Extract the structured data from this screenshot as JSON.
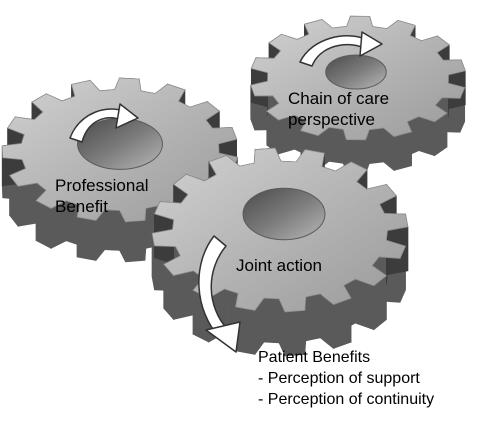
{
  "diagram": {
    "gears": [
      {
        "id": "chain",
        "label_lines": [
          "Chain of care",
          "perspective"
        ]
      },
      {
        "id": "professional",
        "label_lines": [
          "Professional",
          "Benefit"
        ]
      },
      {
        "id": "joint",
        "label_lines": [
          "Joint action"
        ]
      }
    ],
    "outcome": {
      "title": "Patient Benefits",
      "items": [
        "- Perception of support",
        "- Perception of continuity"
      ]
    },
    "colors": {
      "gear_top": "#b4b4b4",
      "gear_top_light": "#cfcfcf",
      "gear_side": "#5a5a5a",
      "gear_side_dark": "#3c3c3c",
      "hole": "#6e6e6e",
      "arrow_fill": "#ffffff",
      "arrow_stroke": "#333333"
    }
  }
}
